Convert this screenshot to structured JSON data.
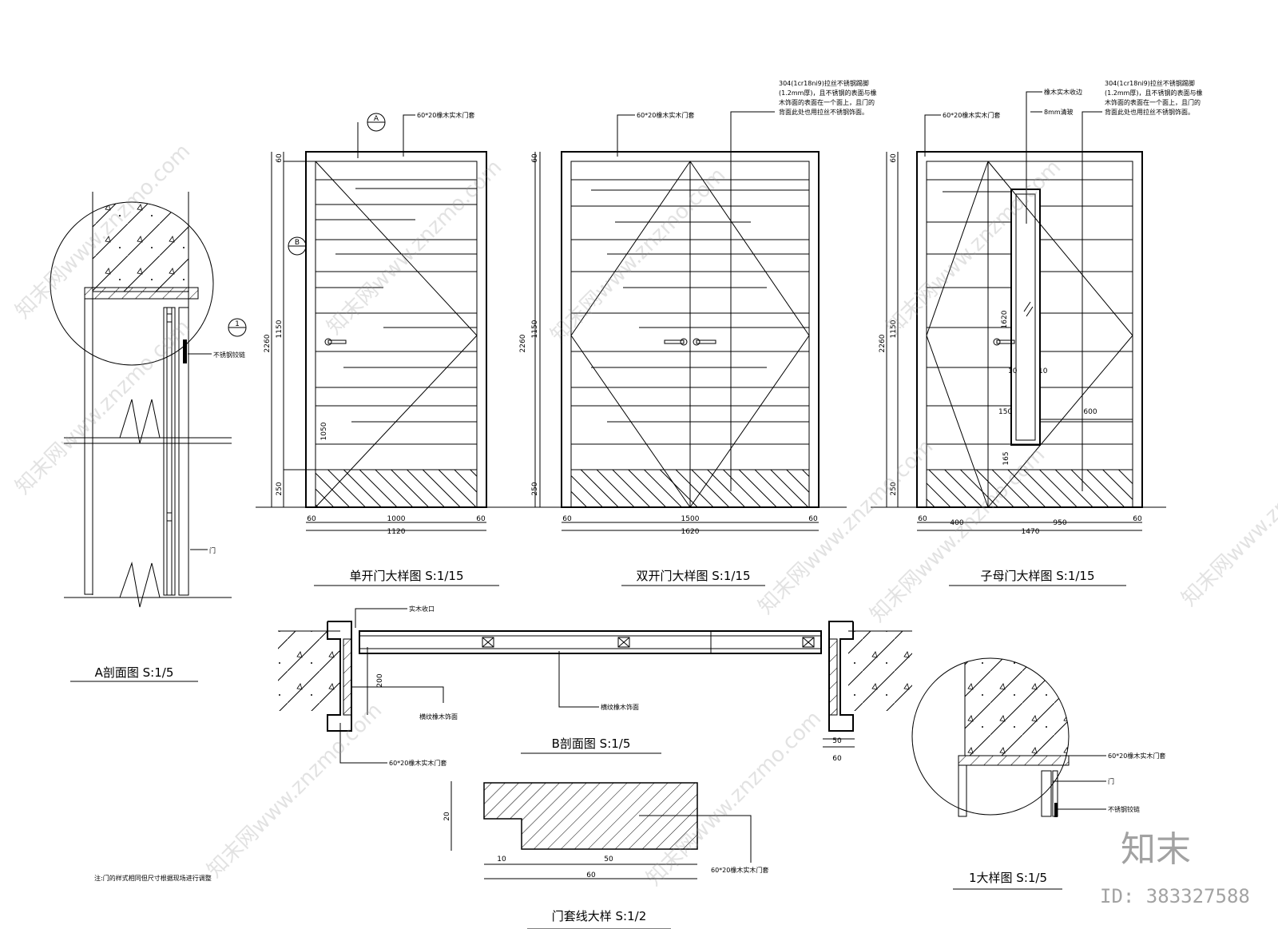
{
  "titles": {
    "single_door": "单开门大样图  S:1/15",
    "double_door": "双开门大样图  S:1/15",
    "mother_door": "子母门大样图  S:1/15",
    "section_a": "A剖面图  S:1/5",
    "section_b": "B剖面图  S:1/5",
    "trim_detail": "门套线大样  S:1/2",
    "detail_1": "1大样图  S:1/5"
  },
  "callouts": {
    "frame": "60*20橡木实木门套",
    "steel_kick": [
      "304(1cr18ni9)拉丝不锈钢踢脚",
      "(1.2mm厚)，且不锈钢的表面与橡",
      "木饰面的表面在一个面上，且门的",
      "背面此处也用拉丝不锈钢饰面。"
    ],
    "oak_edge": "橡木实木收边",
    "glass": "8mm清玻",
    "hinge": "不锈钢铰链",
    "door": "门",
    "solid_edge": "实木收口",
    "oak_veneer_b": "横纹橡木饰面",
    "oak_veneer_left": "横纹橡木饰面",
    "frame_b": "60*20橡木实木门套",
    "frame_trim": "60*20橡木实木门套",
    "frame_d1": "60*20橡木实木门套",
    "door_d1": "门",
    "hinge_d1": "不锈钢铰链"
  },
  "markers": {
    "a": "A",
    "b": "B",
    "one": "1"
  },
  "dims": {
    "total_h": "2260",
    "top": "60",
    "mid": "1150",
    "kick": "250",
    "handle": "1050",
    "single": {
      "side": "60",
      "leaf": "1000",
      "total": "1120"
    },
    "double": {
      "side": "60",
      "leaf": "1500",
      "total": "1620"
    },
    "mother": {
      "side": "60",
      "small": "400",
      "big": "950",
      "total": "1470",
      "glass_h": "1620",
      "g10a": "10",
      "g10b": "10",
      "g150": "150",
      "g165": "165",
      "g600": "600"
    },
    "b_200": "200",
    "b_50": "50",
    "b_60": "60",
    "trim_20": "20",
    "trim_10": "10",
    "trim_50": "50",
    "trim_60": "60"
  },
  "note": "注:门的样式相同但尺寸根据现场进行调整",
  "watermark": "知末网www.znzmo.com",
  "brand": "知末",
  "image_id": "ID: 383327588"
}
